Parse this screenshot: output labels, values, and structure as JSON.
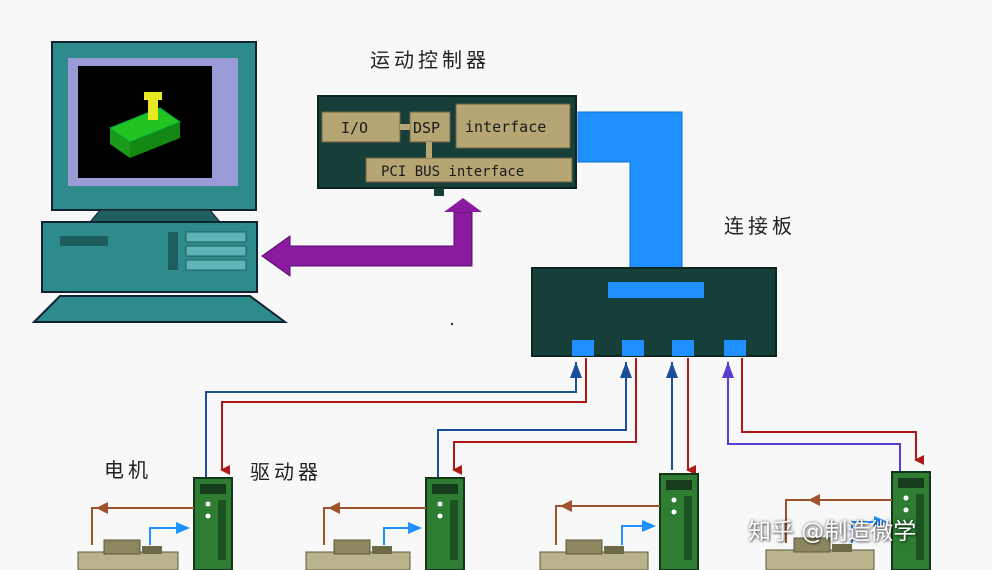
{
  "labels": {
    "motion_controller": "运动控制器",
    "breakout_board": "连接板",
    "motor": "电机",
    "driver": "驱动器"
  },
  "controller_card": {
    "io": "I/O",
    "dsp": "DSP",
    "interface": "interface",
    "pci_bus": "PCI BUS interface"
  },
  "watermark": "知乎 @制造微学",
  "colors": {
    "background": "#f8f8f8",
    "panel_dark": "#173f3a",
    "card_block": "#b5a674",
    "connector_blue": "#1e90ff",
    "pci_arrow": "#8a1aa0",
    "signal_red": "#b01818",
    "signal_blue": "#1a4f9c",
    "signal_violet": "#5a3dcf",
    "monitor_teal": "#2e8b8b",
    "driver_green": "#2e7d32",
    "motor_body": "#b9b48c"
  }
}
